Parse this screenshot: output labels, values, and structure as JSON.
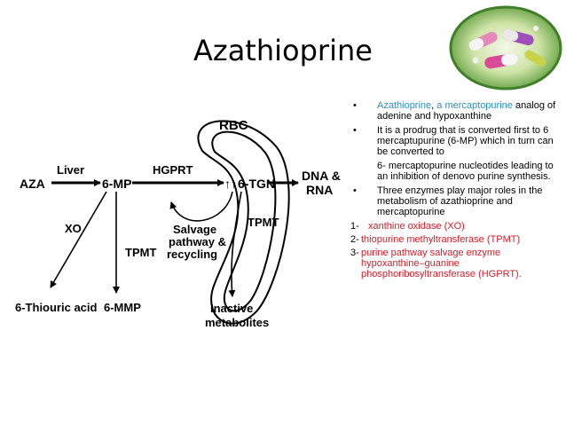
{
  "slide": {
    "title": "Azathioprine"
  },
  "diagram": {
    "nodes": {
      "aza": "AZA",
      "mp6": "6-MP",
      "tgn": "6-TGN",
      "tgn_prefix": "↑↑",
      "dna_rna_1": "DNA &",
      "dna_rna_2": "RNA",
      "thiouric": "6-Thiouric acid",
      "mmp": "6-MMP",
      "inactive_1": "Inactive",
      "inactive_2": "metabolites"
    },
    "labels": {
      "liver": "Liver",
      "hgprt": "HGPRT",
      "rbc": "RBC",
      "xo": "XO",
      "tpmt_left": "TPMT",
      "tpmt_right": "TPMT",
      "salvage_1": "Salvage",
      "salvage_2": "pathway &",
      "salvage_3": "recycling"
    }
  },
  "bullets": {
    "b1_name": "Azathioprine",
    "b1_sep": ", ",
    "b1_link": "a mercaptopurine",
    "b1_rest": "analog of adenine and hypoxanthine",
    "b2": "It is a prodrug that is converted first to  6 mercaptupurine (6-MP) which in turn can be converted to",
    "b2_cont": "6- mercaptopurine nucleotides leading to an inhibition of denovo purine synthesis.",
    "b3": "Three enzymes play major roles in the metabolism of azathioprine and mercaptopurine",
    "marker": "•"
  },
  "enzymes": [
    {
      "num": "1-",
      "text": "xanthine oxidase (XO)"
    },
    {
      "num": "2-",
      "text": "thiopurine methyltransferase (TPMT)"
    },
    {
      "num": "3-",
      "text": "purine pathway salvage enzyme hypoxanthine–guanine phosphoribosyltransferase (HGPRT)."
    }
  ],
  "colors": {
    "accent_blue": "#2e8fc0",
    "accent_red": "#d41f2b"
  },
  "image": {
    "description_icon": "pills-icon"
  }
}
